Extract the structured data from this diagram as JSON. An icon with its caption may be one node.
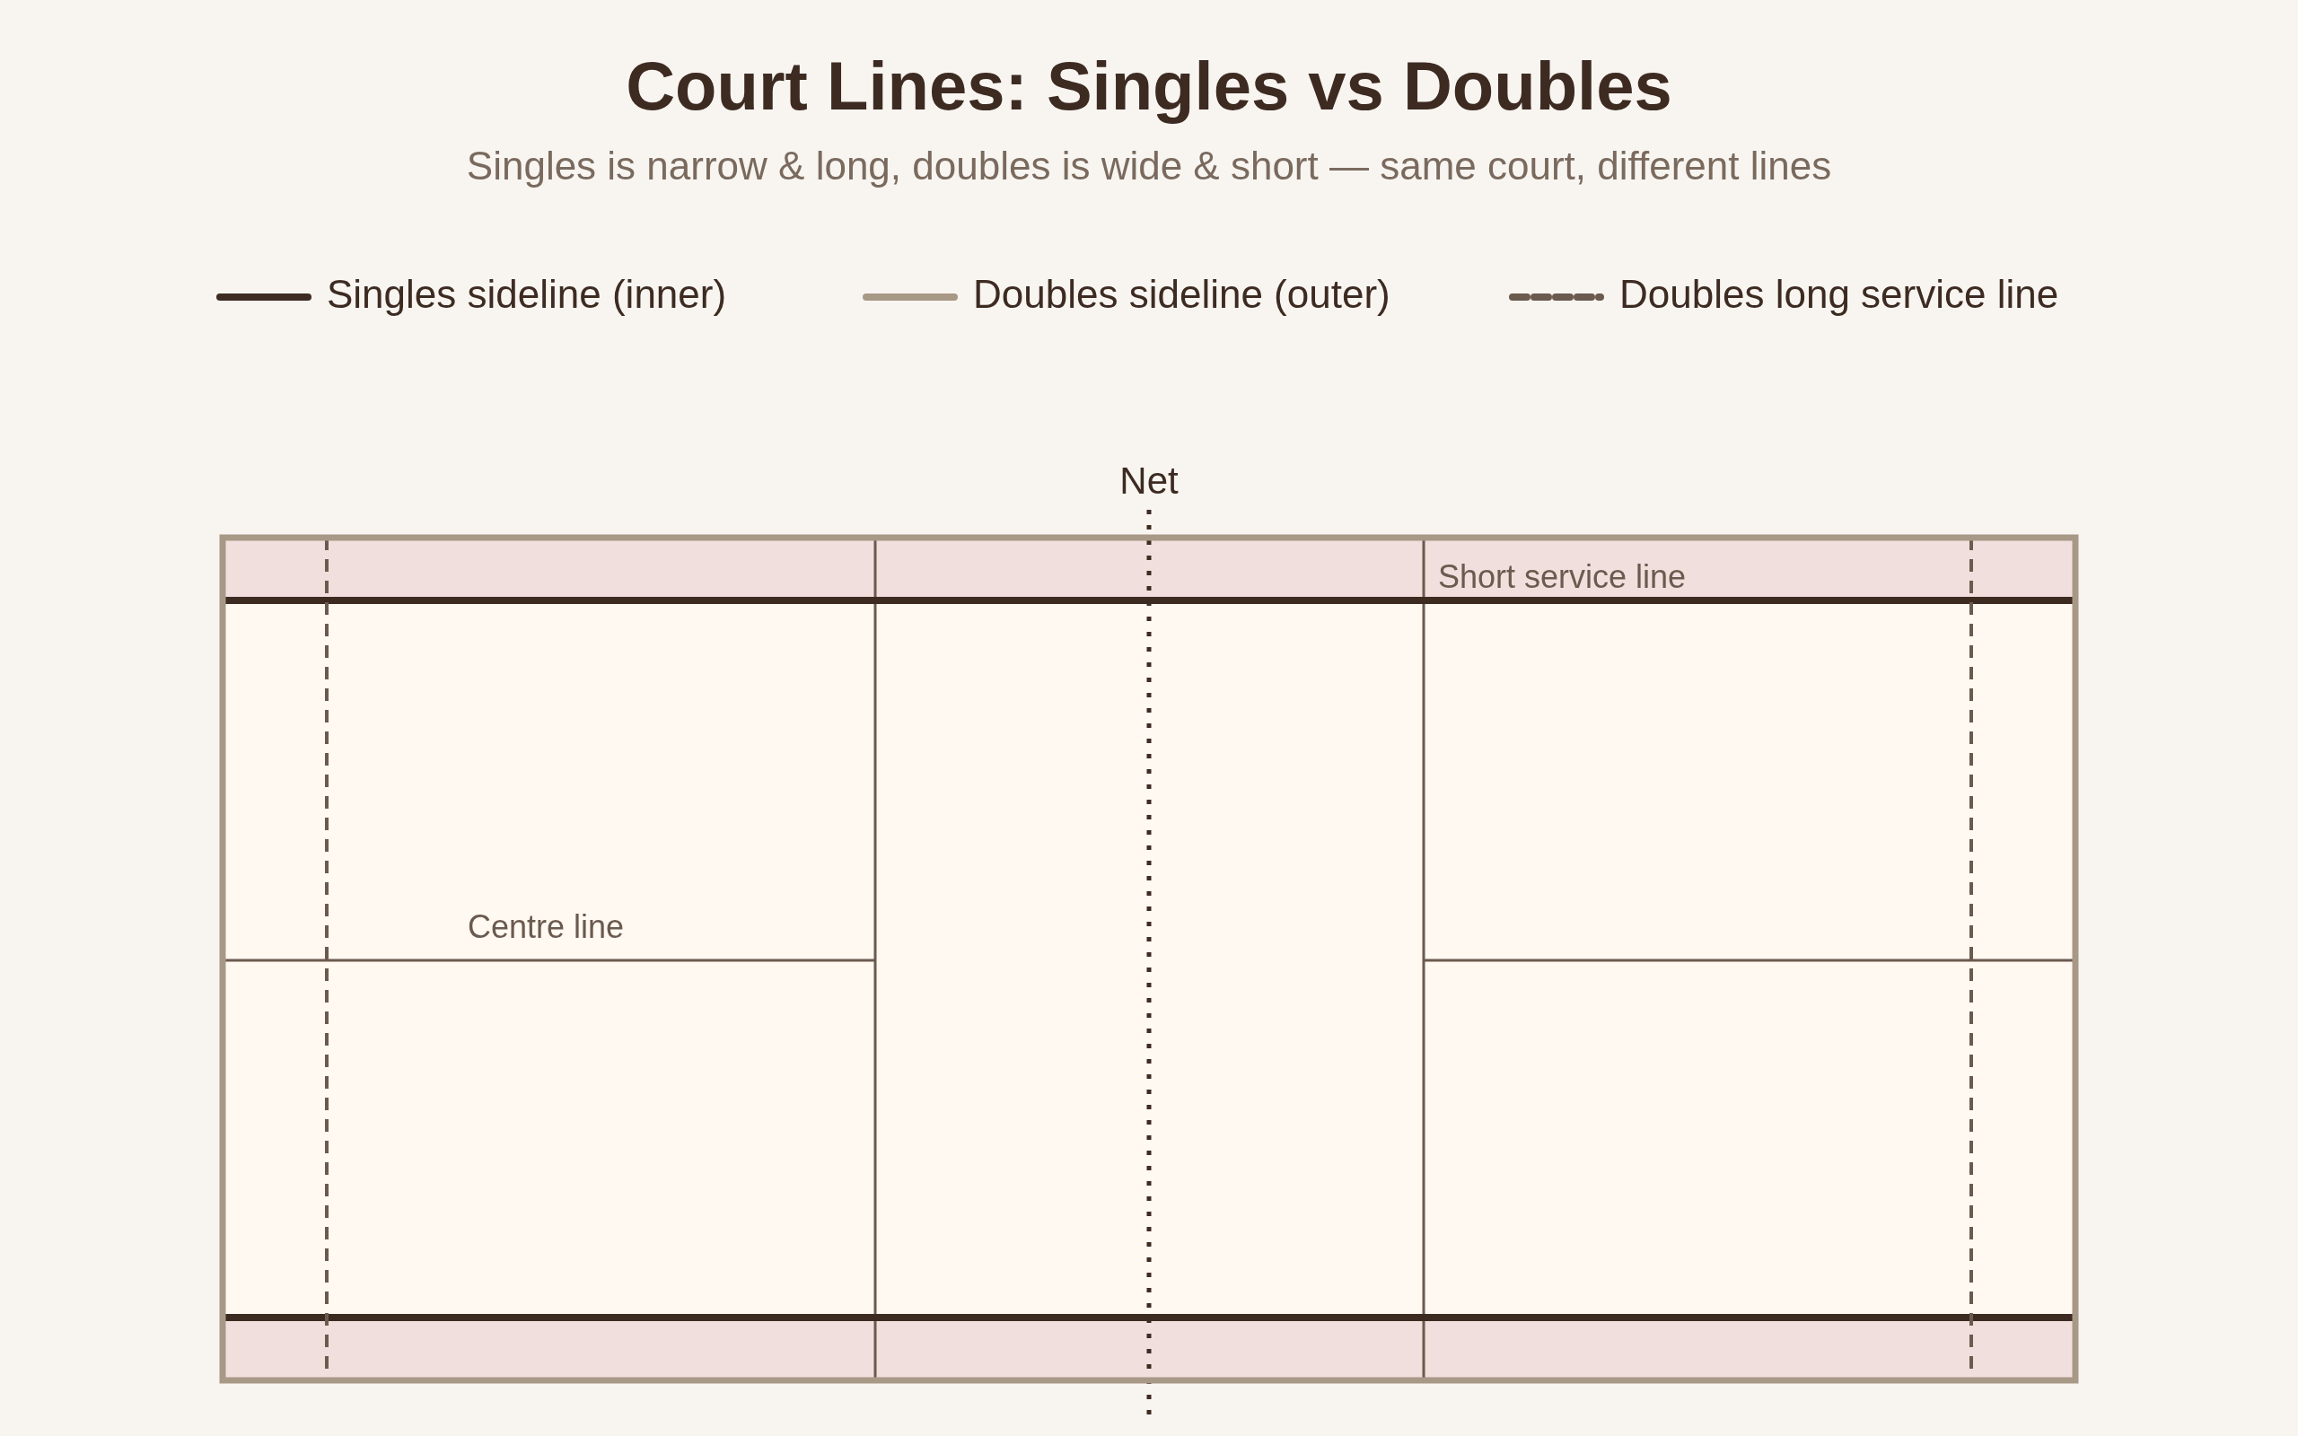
{
  "diagram": {
    "title": "Court Lines: Singles vs Doubles",
    "caption": "Singles is narrow & long, doubles is wide & short — same court, different lines",
    "labels": [
      "Net",
      "Short service line",
      "Centre line"
    ],
    "legend": [
      {
        "text": "Singles sideline (inner)"
      },
      {
        "text": "Doubles sideline (outer)"
      },
      {
        "text": "Doubles long service line"
      }
    ]
  }
}
